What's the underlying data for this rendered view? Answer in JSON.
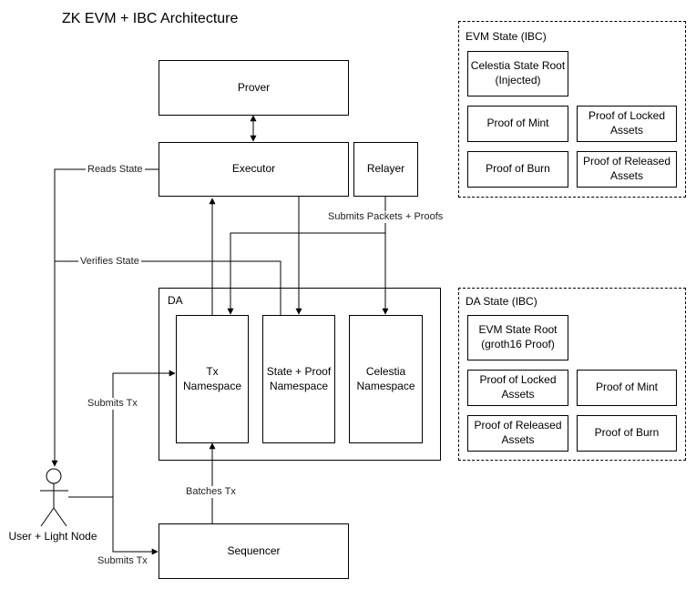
{
  "title": "ZK EVM + IBC Architecture",
  "colors": {
    "stroke": "#000000",
    "background": "#ffffff"
  },
  "nodes": {
    "prover": "Prover",
    "executor": "Executor",
    "relayer": "Relayer",
    "da": "DA",
    "tx_namespace": "Tx\nNamespace",
    "state_proof_namespace": "State + Proof\nNamespace",
    "celestia_namespace": "Celestia\nNamespace",
    "sequencer": "Sequencer",
    "user": "User + Light Node"
  },
  "edges": {
    "reads_state": "Reads State",
    "verifies_state": "Verifies State",
    "submits_packets": "Submits Packets + Proofs",
    "submits_tx_da": "Submits Tx",
    "batches_tx": "Batches Tx",
    "submits_tx_seq": "Submits Tx"
  },
  "evm_state": {
    "title": "EVM State  (IBC)",
    "items": [
      "Celestia State Root\n(Injected)",
      "Proof of Mint",
      "Proof of Locked\nAssets",
      "Proof of Burn",
      "Proof of Released\nAssets"
    ]
  },
  "da_state": {
    "title": "DA State (IBC)",
    "items": [
      "EVM State Root\n(groth16 Proof)",
      "Proof of Locked\nAssets",
      "Proof of Mint",
      "Proof of Released\nAssets",
      "Proof of Burn"
    ]
  }
}
